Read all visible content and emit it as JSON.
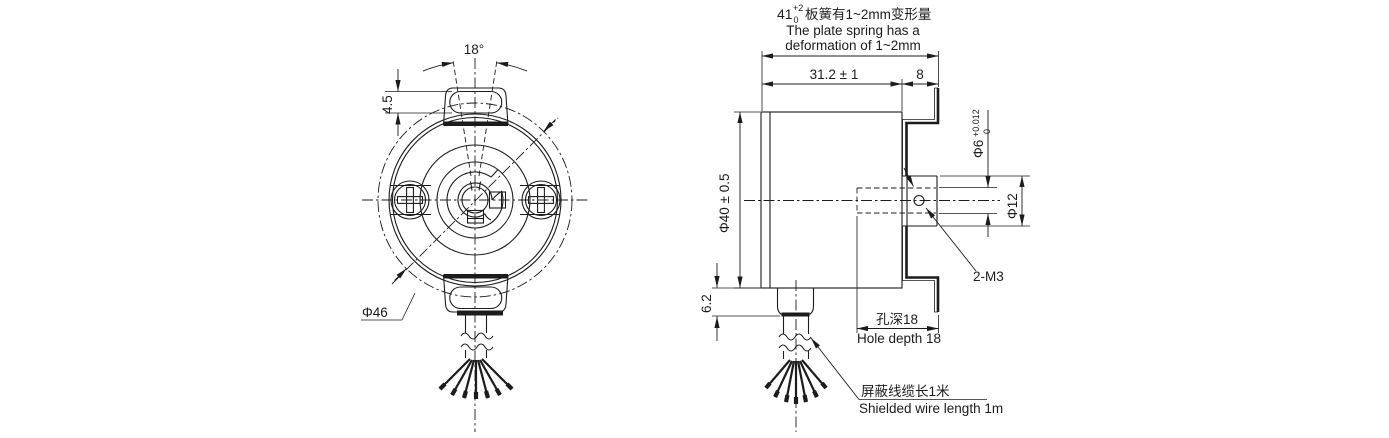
{
  "front_view": {
    "angle_label": "18°",
    "slot_height_label": "4.5",
    "mount_circle_label": "Φ46"
  },
  "side_view": {
    "note_dim_value": "41",
    "note_dim_tol_upper": "+2",
    "note_dim_tol_lower": "0",
    "note_cn": "板簧有1~2mm变形量",
    "note_en_line1": "The plate spring has a",
    "note_en_line2": "deformation of 1~2mm",
    "body_length_label": "31.2 ± 1",
    "hub_protrusion_label": "8",
    "body_diameter_label": "Φ40 ± 0.5",
    "bore_diameter_label": "Φ6",
    "bore_tol_upper": "+0.012",
    "bore_tol_lower": "0",
    "hub_diameter_label": "Φ12",
    "gland_height_label": "6.2",
    "hole_depth_cn": "孔深18",
    "hole_depth_en": "Hole depth 18",
    "set_screw_label": "2-M3",
    "cable_note_cn": "屏蔽线缆长1米",
    "cable_note_en": "Shielded wire length 1m"
  },
  "colors": {
    "line": "#1c1c1c",
    "background": "#ffffff"
  }
}
